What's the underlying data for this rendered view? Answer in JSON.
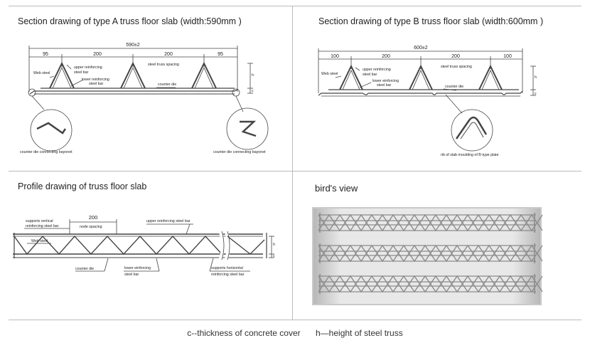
{
  "panel_a": {
    "title": "Section drawing of type A truss floor slab (width:590mm )",
    "total_width": "590±2",
    "spacings": [
      "95",
      "200",
      "200",
      "95"
    ],
    "labels": {
      "web_steel": "Web steel",
      "upper_bar_line1": "upper reinforcing",
      "upper_bar_line2": "steel bar",
      "spacing": "steel truss spacing",
      "lower_bar_line1": "lower reinforcing",
      "lower_bar_line2": "steel bar",
      "counter_die": "counter die",
      "h": "h",
      "c": "c",
      "bayonet_left": "counter die connecting bayonet",
      "bayonet_right": "counter die connecting bayonet"
    }
  },
  "panel_b": {
    "title": "Section drawing of type B truss floor slab (width:600mm )",
    "total_width": "600±2",
    "spacings": [
      "100",
      "200",
      "200",
      "100"
    ],
    "labels": {
      "web_steel": "Web steel",
      "upper_bar_line1": "upper reinforcing",
      "upper_bar_line2": "steel bar",
      "spacing": "steel truss spacing",
      "lower_bar_line1": "lower einforcing",
      "lower_bar_line2": "steel bar",
      "counter_die": "counter die",
      "h": "h",
      "c": "c",
      "rib": "rib of slab moulding of B-type plate"
    }
  },
  "panel_profile": {
    "title": "Profile drawing of  truss floor slab",
    "node_dim": "200",
    "labels": {
      "vertical_line1": "supports vertical",
      "vertical_line2": "reinforcing steel bar",
      "node_spacing": "node spacing",
      "upper_bar": "upper reinforcing steel bar",
      "web_steel": "Web steel",
      "counter_die": "counter die",
      "lower_line1": "lower einforcing",
      "lower_line2": "steel bar",
      "horizontal_line1": "supports horizontal",
      "horizontal_line2": "reinforcing steel bar",
      "h": "h",
      "c": "c"
    }
  },
  "panel_birds": {
    "title": "bird's view"
  },
  "legend": {
    "c": "c--thickness of concrete cover",
    "h": "h—height of steel truss"
  },
  "colors": {
    "line": "#444444",
    "border": "#bbbbbb",
    "photo_bg": "#c9c9c9",
    "photo_plate": "#ededed",
    "photo_truss": "#8c8c8c"
  }
}
